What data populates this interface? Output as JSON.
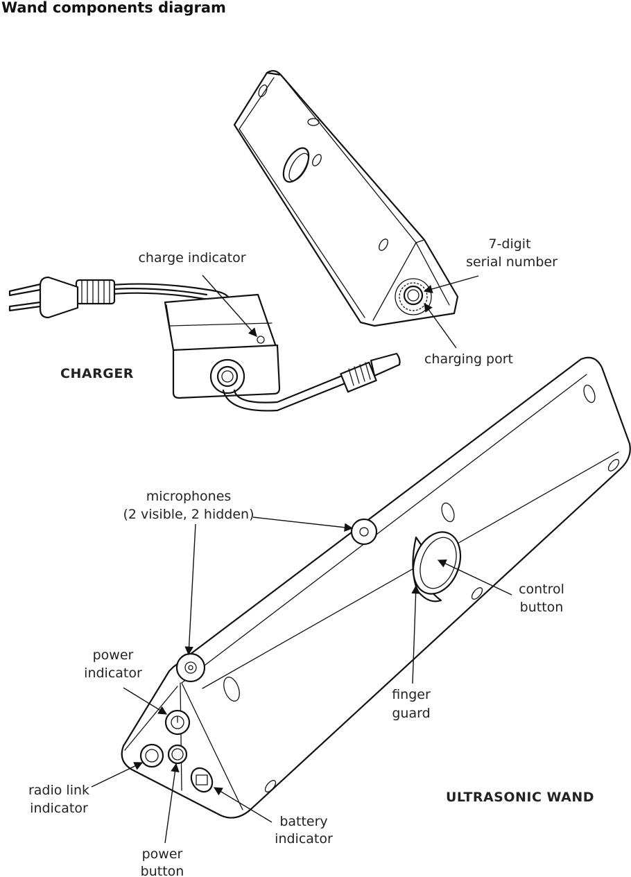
{
  "title": "Wand components diagram",
  "labels": {
    "serial_number": [
      "7-digit",
      "serial number"
    ],
    "charge_indicator": "charge indicator",
    "charging_port": "charging port",
    "charger": "CHARGER",
    "microphones": [
      "microphones",
      "(2 visible, 2 hidden)"
    ],
    "control_button": [
      "control",
      "button"
    ],
    "power_indicator": [
      "power",
      "indicator"
    ],
    "finger_guard": [
      "finger",
      "guard"
    ],
    "radio_link_indicator": [
      "radio link",
      "indicator"
    ],
    "battery_indicator": [
      "battery",
      "indicator"
    ],
    "power_button": [
      "power",
      "button"
    ],
    "ultrasonic_wand": "ULTRASONIC WAND"
  }
}
